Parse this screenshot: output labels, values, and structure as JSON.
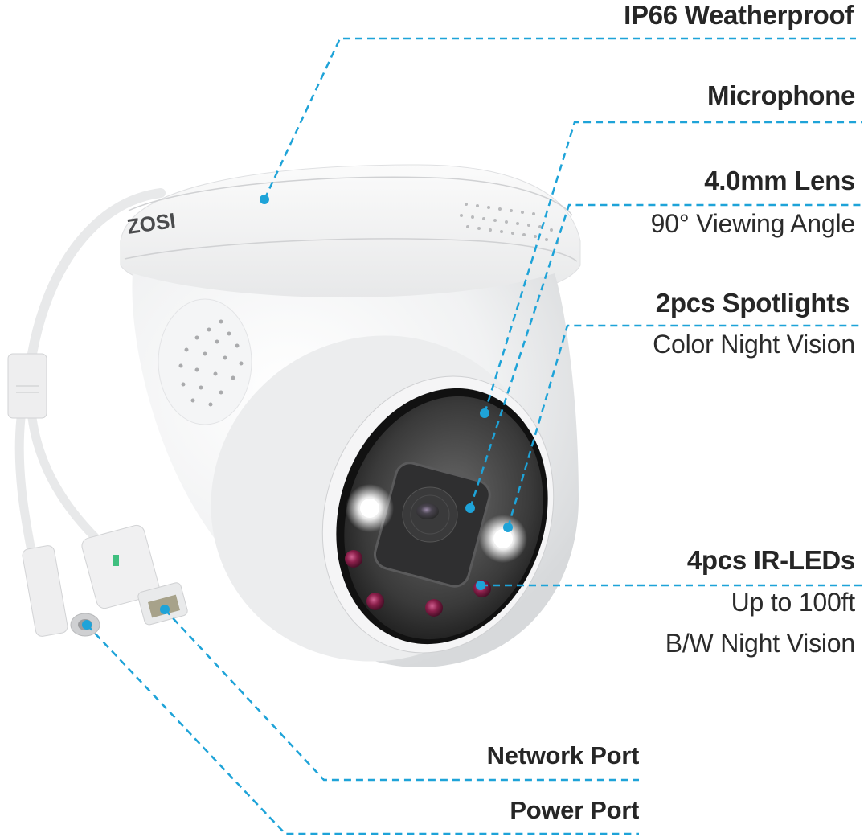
{
  "brand": {
    "logo_text": "ZOSI"
  },
  "accent_color": "#1ea3d8",
  "callouts": [
    {
      "id": "weatherproof",
      "title": "IP66 Weatherproof",
      "subtitle": ""
    },
    {
      "id": "microphone",
      "title": "Microphone",
      "subtitle": ""
    },
    {
      "id": "lens",
      "title": "4.0mm Lens",
      "subtitle": "90° Viewing Angle"
    },
    {
      "id": "spotlights",
      "title": "2pcs Spotlights",
      "subtitle": "Color Night Vision"
    },
    {
      "id": "ir-leds",
      "title": "4pcs IR-LEDs",
      "subtitle": "Up to 100ft",
      "subtitle2": "B/W Night Vision"
    },
    {
      "id": "network-port",
      "title": "Network Port",
      "subtitle": ""
    },
    {
      "id": "power-port",
      "title": "Power Port",
      "subtitle": ""
    }
  ]
}
